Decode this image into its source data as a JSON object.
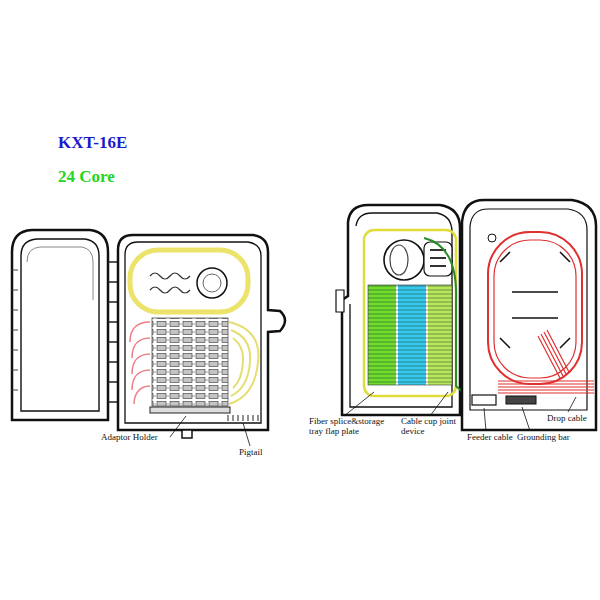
{
  "diagram": {
    "title": "KXT-16E",
    "labels": [
      "24 Core",
      "Adaptor Holder",
      "Pigtail",
      "Fiber splice&storage tray flap plate",
      "Cable cup joint device",
      "Feeder cable",
      "Grounding bar",
      "Drop cable"
    ]
  }
}
